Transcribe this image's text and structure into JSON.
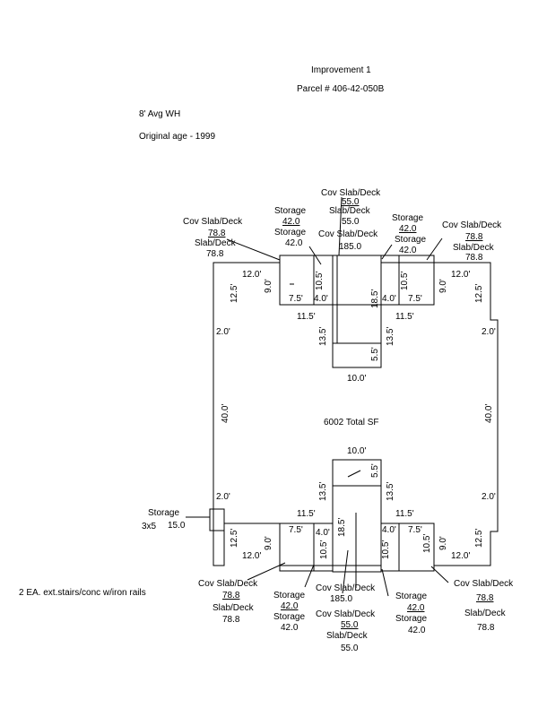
{
  "header": {
    "title": "Improvement 1",
    "parcel": "Parcel # 406-42-050B"
  },
  "notes": {
    "wall_height": "8' Avg WH",
    "original_age": "Original age - 1999",
    "stairs": "2 EA. ext.stairs/conc w/iron rails"
  },
  "total_area": "6002 Total SF",
  "labels": {
    "cov_slab_deck": "Cov Slab/Deck",
    "slab_deck": "Slab/Deck",
    "storage": "Storage",
    "storage_size": "3x5"
  },
  "areas": {
    "cov_78": "78.8",
    "slab_78": "78.8",
    "storage_42": "42.0",
    "cov_55": "55.0",
    "slab_55": "55.0",
    "cov_185": "185.0",
    "storage_15": "15.0"
  },
  "dimensions": {
    "d12_0": "12.0'",
    "d12_5": "12.5'",
    "d9_0": "9.0'",
    "d7_5": "7.5'",
    "d4_0": "4.0'",
    "d10_5": "10.5'",
    "d11_5": "11.5'",
    "d18_5": "18.5'",
    "d13_5": "13.5'",
    "d5_5": "5.5'",
    "d10_0": "10.0'",
    "d2_0": "2.0'",
    "d40_0": "40.0'"
  }
}
